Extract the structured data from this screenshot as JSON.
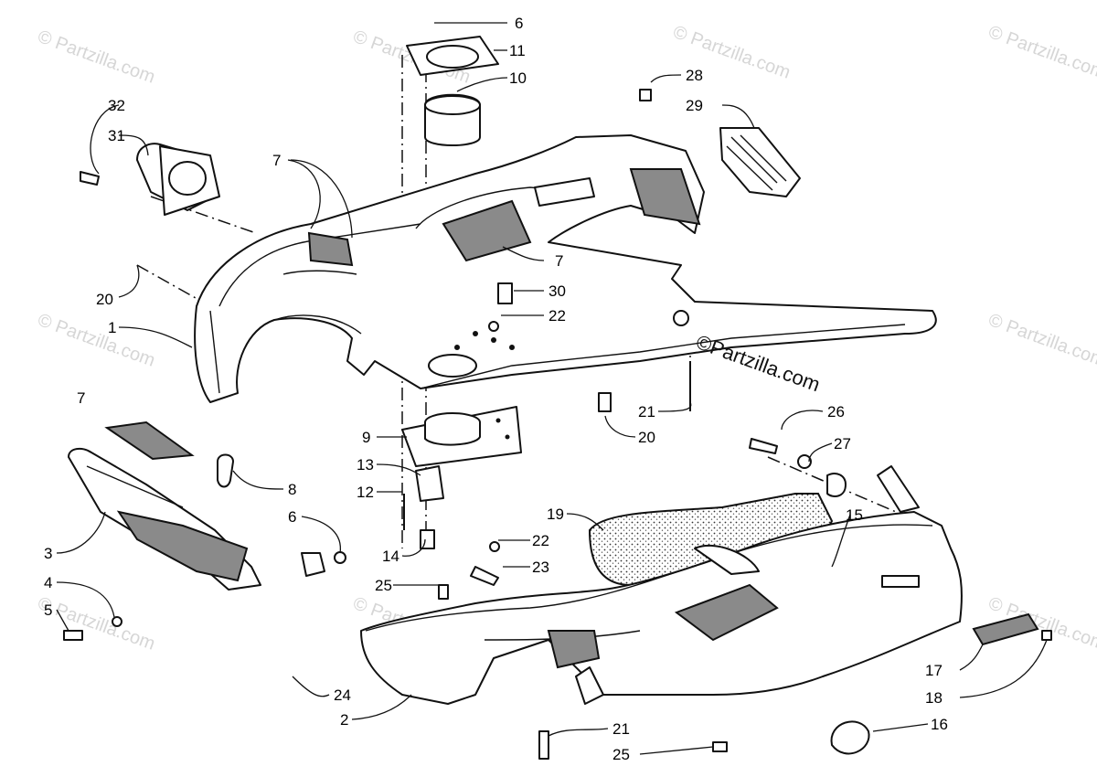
{
  "watermark": {
    "brand": "Partzilla.com",
    "copyright_mark": "©"
  },
  "callouts": [
    {
      "id": "c6a",
      "number": "6"
    },
    {
      "id": "c11",
      "number": "11"
    },
    {
      "id": "c10",
      "number": "10"
    },
    {
      "id": "c28",
      "number": "28"
    },
    {
      "id": "c29",
      "number": "29"
    },
    {
      "id": "c32",
      "number": "32"
    },
    {
      "id": "c31",
      "number": "31"
    },
    {
      "id": "c7a",
      "number": "7"
    },
    {
      "id": "c7b",
      "number": "7"
    },
    {
      "id": "c20a",
      "number": "20"
    },
    {
      "id": "c1",
      "number": "1"
    },
    {
      "id": "c30",
      "number": "30"
    },
    {
      "id": "c22a",
      "number": "22"
    },
    {
      "id": "c21a",
      "number": "21"
    },
    {
      "id": "c20b",
      "number": "20"
    },
    {
      "id": "c7c",
      "number": "7"
    },
    {
      "id": "c9",
      "number": "9"
    },
    {
      "id": "c13",
      "number": "13"
    },
    {
      "id": "c12",
      "number": "12"
    },
    {
      "id": "c8",
      "number": "8"
    },
    {
      "id": "c26",
      "number": "26"
    },
    {
      "id": "c27",
      "number": "27"
    },
    {
      "id": "c19",
      "number": "19"
    },
    {
      "id": "c15",
      "number": "15"
    },
    {
      "id": "c6b",
      "number": "6"
    },
    {
      "id": "c22b",
      "number": "22"
    },
    {
      "id": "c23",
      "number": "23"
    },
    {
      "id": "c14",
      "number": "14"
    },
    {
      "id": "c3",
      "number": "3"
    },
    {
      "id": "c25a",
      "number": "25"
    },
    {
      "id": "c4",
      "number": "4"
    },
    {
      "id": "c5",
      "number": "5"
    },
    {
      "id": "c24",
      "number": "24"
    },
    {
      "id": "c2",
      "number": "2"
    },
    {
      "id": "c17",
      "number": "17"
    },
    {
      "id": "c18",
      "number": "18"
    },
    {
      "id": "c21b",
      "number": "21"
    },
    {
      "id": "c16",
      "number": "16"
    },
    {
      "id": "c25b",
      "number": "25"
    }
  ]
}
